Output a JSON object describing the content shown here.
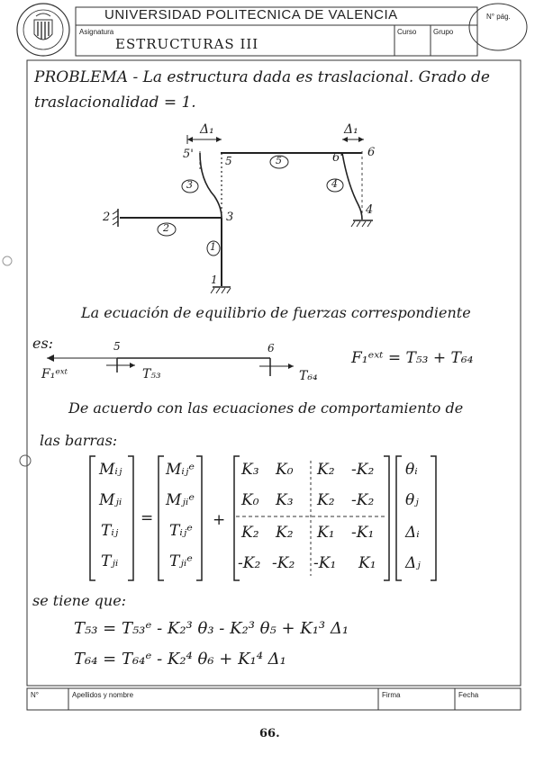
{
  "header": {
    "university": "UNIVERSIDAD POLITECNICA DE VALENCIA",
    "asignatura_label": "Asignatura",
    "asignatura_value": "ESTRUCTURAS III",
    "curso_label": "Curso",
    "grupo_label": "Grupo",
    "page_label": "N° pág."
  },
  "body": {
    "line1": "PROBLEMA - La estructura dada es traslacional. Grado de",
    "line2": "traslacionalidad = 1.",
    "eq_intro": "La ecuación de equilibrio de fuerzas correspondiente",
    "es": "es:",
    "force_eq": "F₁ᵉˣᵗ = T₅₃ + T₆₄",
    "behaviour_intro": "De acuerdo con las ecuaciones de comportamiento de",
    "las_barras": "las barras:",
    "se_tiene": "se tiene que:",
    "eq_t53": "T₅₃ = T₅₃ᵉ - K₂³ θ₃ - K₂³ θ₅ + K₁³ Δ₁",
    "eq_t64": "T₆₄ = T₆₄ᵉ - K₂⁴ θ₆ + K₁⁴ Δ₁"
  },
  "diagram": {
    "delta_left": "Δ₁",
    "delta_right": "Δ₁",
    "node_5p": "5'",
    "node_5": "5",
    "node_6p": "6'",
    "node_6": "6",
    "node_2": "2",
    "node_3": "3",
    "node_4": "4",
    "node_1": "1",
    "bar_1": "1",
    "bar_2": "2",
    "bar_3": "3",
    "bar_4": "4",
    "bar_5": "5"
  },
  "force_diagram": {
    "node_5": "5",
    "node_6": "6",
    "f_ext": "F₁ᵉˣᵗ",
    "t53": "T₅₃",
    "t64": "T₆₄"
  },
  "matrix": {
    "lhs": [
      "Mᵢⱼ",
      "Mⱼᵢ",
      "Tᵢⱼ",
      "Tⱼᵢ"
    ],
    "fixed": [
      "Mᵢⱼᵉ",
      "Mⱼᵢᵉ",
      "Tᵢⱼᵉ",
      "Tⱼᵢᵉ"
    ],
    "k_rows": [
      [
        "K₃",
        "K₀",
        "K₂",
        "-K₂"
      ],
      [
        "K₀",
        "K₃",
        "K₂",
        "-K₂"
      ],
      [
        "K₂",
        "K₂",
        "K₁",
        "-K₁"
      ],
      [
        "-K₂",
        "-K₂",
        "-K₁",
        "K₁"
      ]
    ],
    "dof": [
      "θᵢ",
      "θⱼ",
      "Δᵢ",
      "Δⱼ"
    ],
    "equals": "=",
    "plus": "+"
  },
  "footer": {
    "n_label": "N°",
    "name_label": "Apellidos y nombre",
    "firma_label": "Firma",
    "fecha_label": "Fecha",
    "page_number": "66."
  }
}
